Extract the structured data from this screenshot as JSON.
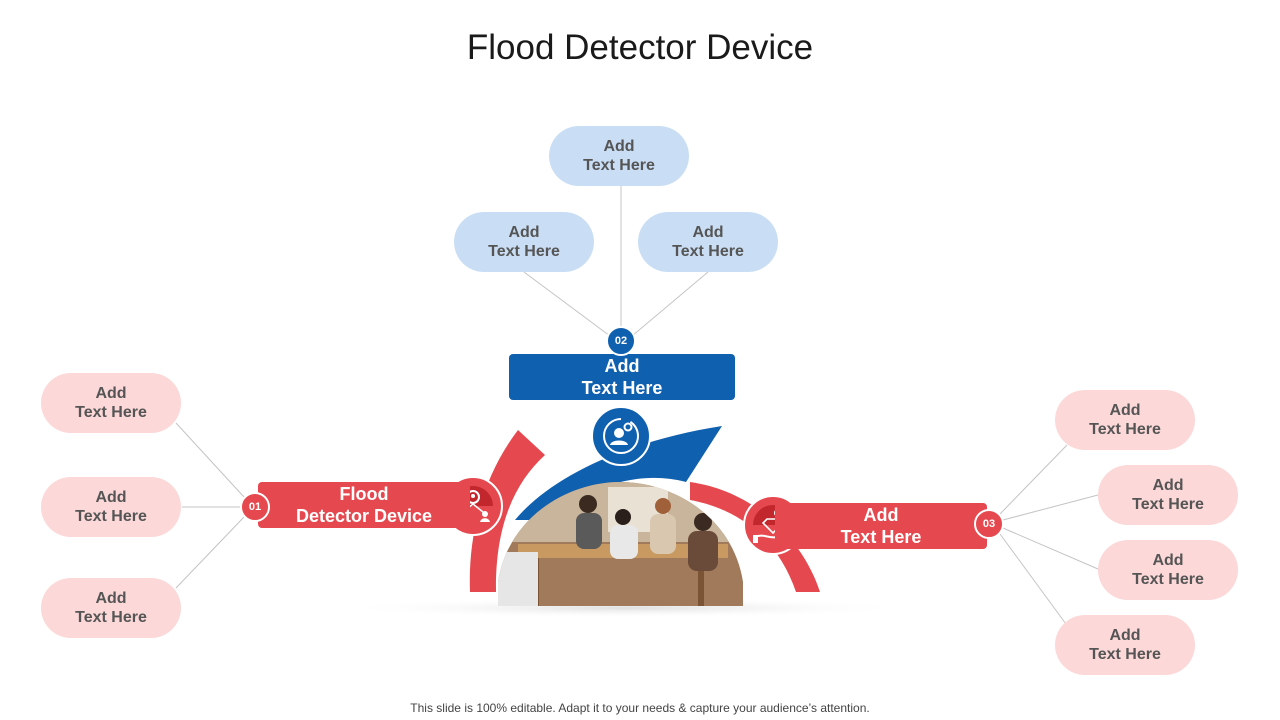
{
  "title": "Flood Detector Device",
  "footer": "This slide is 100% editable. Adapt it to your needs & capture your audience’s attention.",
  "colors": {
    "red": "#e5494f",
    "blue": "#1060b0",
    "light_blue": "#c9def4",
    "light_pink": "#fcd8d8"
  },
  "center": {
    "label": "Add\nText Here",
    "number": "02",
    "icon": "user-gear-icon",
    "items": [
      "Add\nText Here",
      "Add\nText Here",
      "Add\nText Here"
    ]
  },
  "left": {
    "label": "Flood\nDetector Device",
    "number": "01",
    "icon": "team-network-icon",
    "items": [
      "Add\nText Here",
      "Add\nText Here",
      "Add\nText Here"
    ]
  },
  "right": {
    "label": "Add\nText Here",
    "number": "03",
    "icon": "hand-diamond-dollar-icon",
    "items": [
      "Add\nText Here",
      "Add\nText Here",
      "Add\nText Here",
      "Add\nText Here"
    ]
  }
}
